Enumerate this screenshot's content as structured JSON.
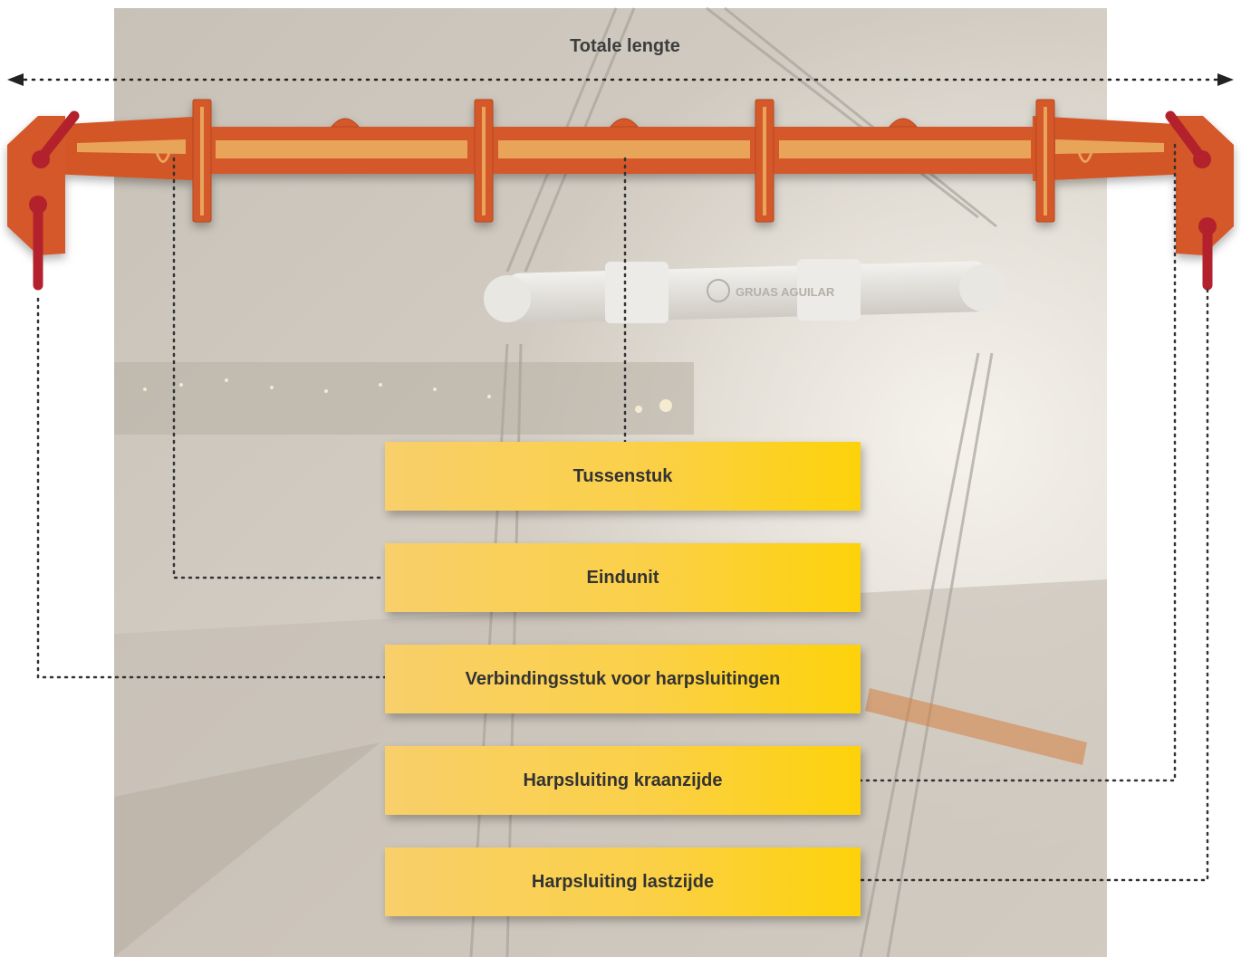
{
  "total_length_label": "Totale lengte",
  "photo_brand_text": "GRUAS AGUILAR",
  "labels": [
    {
      "id": "tussenstuk",
      "text": "Tussenstuk"
    },
    {
      "id": "eindunit",
      "text": "Eindunit"
    },
    {
      "id": "verbindingsstuk",
      "text": "Verbindingsstuk voor harpsluitingen"
    },
    {
      "id": "harpsluiting-kraanzijde",
      "text": "Harpsluiting kraanzijde"
    },
    {
      "id": "harpsluiting-lastzijde",
      "text": "Harpsluiting lastzijde"
    }
  ],
  "colors": {
    "beam_orange": "#d4592a",
    "beam_stripe": "#e8a55a",
    "shackle_red": "#b3222c",
    "label_yellow": "#fdd20a",
    "leader_line": "#333333",
    "photo_bg": "#cfc9bf"
  }
}
